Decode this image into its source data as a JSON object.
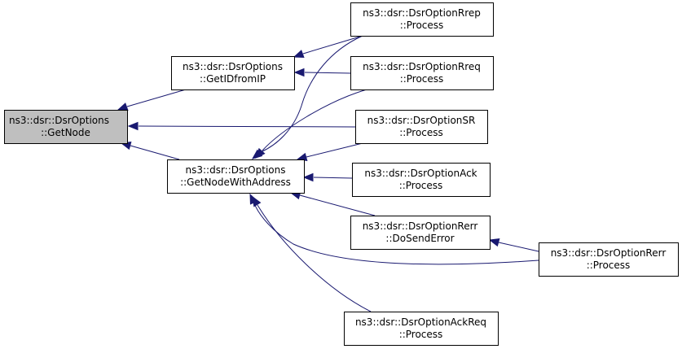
{
  "diagram": {
    "nodes": [
      {
        "id": "getnode",
        "name": "node-getnode",
        "line1": "ns3::dsr::DsrOptions",
        "line2": "::GetNode",
        "focus": true,
        "interactable": false
      },
      {
        "id": "getidfromip",
        "name": "node-getidfromip",
        "line1": "ns3::dsr::DsrOptions",
        "line2": "::GetIDfromIP",
        "interactable": true
      },
      {
        "id": "getnodewithaddress",
        "name": "node-getnodewithaddress",
        "line1": "ns3::dsr::DsrOptions",
        "line2": "::GetNodeWithAddress",
        "interactable": true
      },
      {
        "id": "rrep",
        "name": "node-rrep-process",
        "line1": "ns3::dsr::DsrOptionRrep",
        "line2": "::Process",
        "interactable": true
      },
      {
        "id": "rreq",
        "name": "node-rreq-process",
        "line1": "ns3::dsr::DsrOptionRreq",
        "line2": "::Process",
        "interactable": true
      },
      {
        "id": "sr",
        "name": "node-sr-process",
        "line1": "ns3::dsr::DsrOptionSR",
        "line2": "::Process",
        "interactable": true
      },
      {
        "id": "ack",
        "name": "node-ack-process",
        "line1": "ns3::dsr::DsrOptionAck",
        "line2": "::Process",
        "interactable": true
      },
      {
        "id": "rerrsend",
        "name": "node-rerr-dosenderror",
        "line1": "ns3::dsr::DsrOptionRerr",
        "line2": "::DoSendError",
        "interactable": true
      },
      {
        "id": "rerrproc",
        "name": "node-rerr-process",
        "line1": "ns3::dsr::DsrOptionRerr",
        "line2": "::Process",
        "interactable": true
      },
      {
        "id": "ackreq",
        "name": "node-ackreq-process",
        "line1": "ns3::dsr::DsrOptionAckReq",
        "line2": "::Process",
        "interactable": true
      }
    ],
    "edges": [
      {
        "from": "getidfromip",
        "to": "getnode"
      },
      {
        "from": "sr",
        "to": "getnode"
      },
      {
        "from": "getnodewithaddress",
        "to": "getnode"
      },
      {
        "from": "rrep",
        "to": "getidfromip"
      },
      {
        "from": "rreq",
        "to": "getidfromip"
      },
      {
        "from": "rrep",
        "to": "getnodewithaddress"
      },
      {
        "from": "rreq",
        "to": "getnodewithaddress"
      },
      {
        "from": "sr",
        "to": "getnodewithaddress"
      },
      {
        "from": "ack",
        "to": "getnodewithaddress"
      },
      {
        "from": "rerrsend",
        "to": "getnodewithaddress"
      },
      {
        "from": "rerrproc",
        "to": "getnodewithaddress"
      },
      {
        "from": "ackreq",
        "to": "getnodewithaddress"
      },
      {
        "from": "rerrproc",
        "to": "rerrsend"
      }
    ]
  }
}
